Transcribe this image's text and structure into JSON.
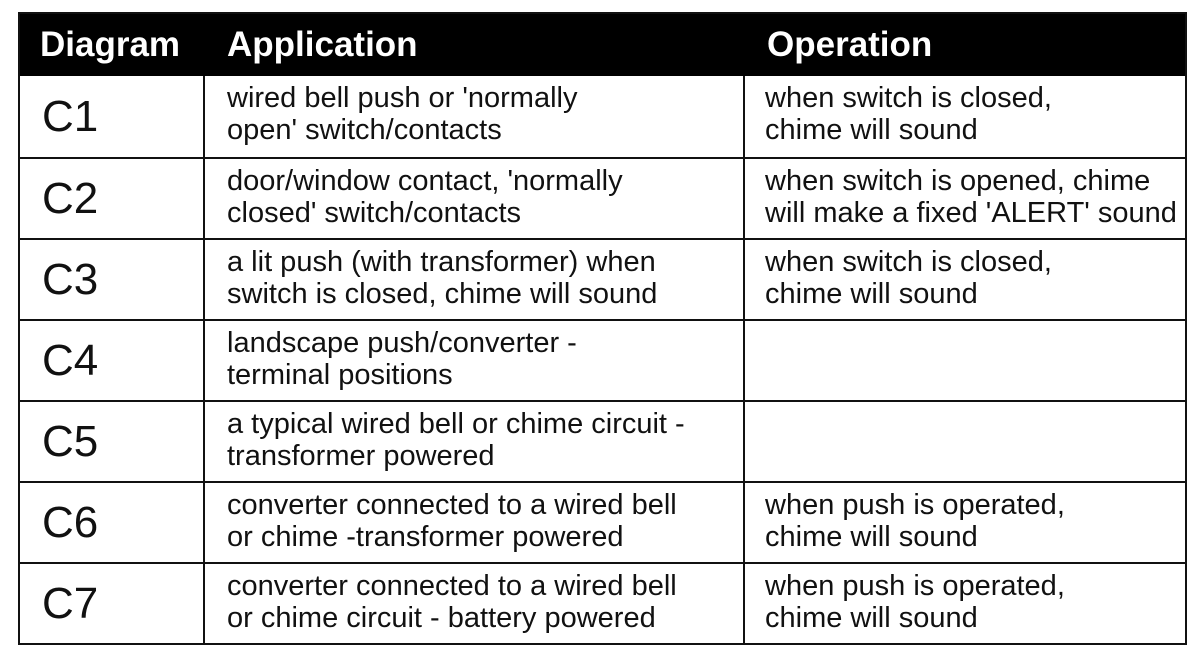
{
  "headers": {
    "diagram": "Diagram",
    "application": "Application",
    "operation": "Operation"
  },
  "rows": [
    {
      "diagram": "C1",
      "application": "wired bell push or 'normally\nopen' switch/contacts",
      "operation": "when switch is closed,\nchime will sound"
    },
    {
      "diagram": "C2",
      "application": "door/window contact, 'normally\nclosed' switch/contacts",
      "operation": "when switch is opened, chime\nwill make a fixed 'ALERT' sound"
    },
    {
      "diagram": "C3",
      "application": "a lit push (with transformer) when\nswitch is closed, chime will sound",
      "operation": "when switch is closed,\nchime will sound"
    },
    {
      "diagram": "C4",
      "application": "landscape push/converter -\nterminal positions",
      "operation": ""
    },
    {
      "diagram": "C5",
      "application": "a typical wired bell or chime circuit -\ntransformer powered",
      "operation": ""
    },
    {
      "diagram": "C6",
      "application": "converter connected to a wired bell\nor chime -transformer powered",
      "operation": "when push is operated,\nchime will sound"
    },
    {
      "diagram": "C7",
      "application": "converter connected to a wired bell\nor chime circuit - battery powered",
      "operation": "when push is operated,\nchime will sound"
    }
  ]
}
